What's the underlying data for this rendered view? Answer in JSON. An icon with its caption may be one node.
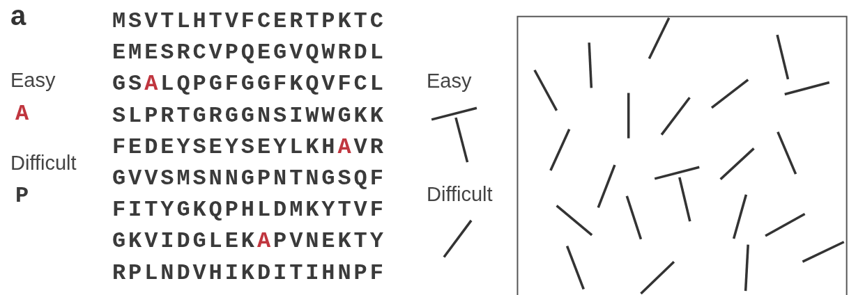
{
  "diagram": {
    "labels": [
      "a",
      "Easy",
      "A",
      "Difficult",
      "P",
      "MSVTLHTVFCERTPKTC",
      "EMESRCVPQEGVQWRDL",
      "GS**A**LQPGFGGFKQVFCL",
      "SLPRTGRGGNSIWWGKK",
      "FEDEYSEYSEYLKH**A**VR",
      "GVVSMSNNGPNTNGSQF",
      "FITYGKQPHLDMKYTVF",
      "GKVIDGLEK**A**PVNEKTY",
      "RPLNDVHIKDITIHNPF",
      "Easy",
      "Difficult"
    ]
  }
}
